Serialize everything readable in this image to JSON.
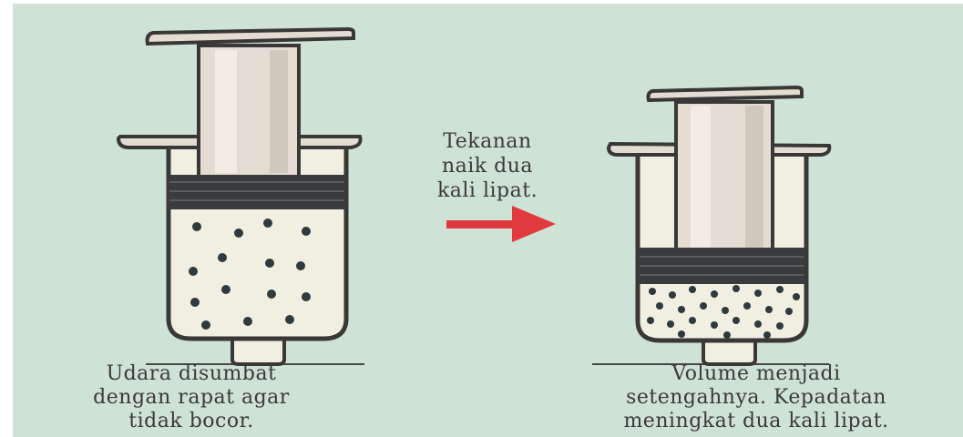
{
  "diagram": {
    "pressure_note": {
      "lines": [
        "Tekanan",
        "naik dua",
        "kali lipat."
      ]
    },
    "left_syringe": {
      "caption_lines": [
        "Udara disumbat",
        "dengan rapat agar",
        "tidak bocor."
      ]
    },
    "right_syringe": {
      "caption_lines": [
        "Volume menjadi",
        "setengahnya. Kepadatan",
        "meningkat dua kali lipat."
      ]
    },
    "colors": {
      "background": "#cfe2d6",
      "arrow": "#e0393e",
      "plunger": "#e4dcd2",
      "seal": "#3a3b3c",
      "gas_dots": "#2f3a3c",
      "barrel_air": "#f1eee2"
    },
    "icons": [
      "syringe-icon",
      "arrow-right-icon"
    ]
  }
}
